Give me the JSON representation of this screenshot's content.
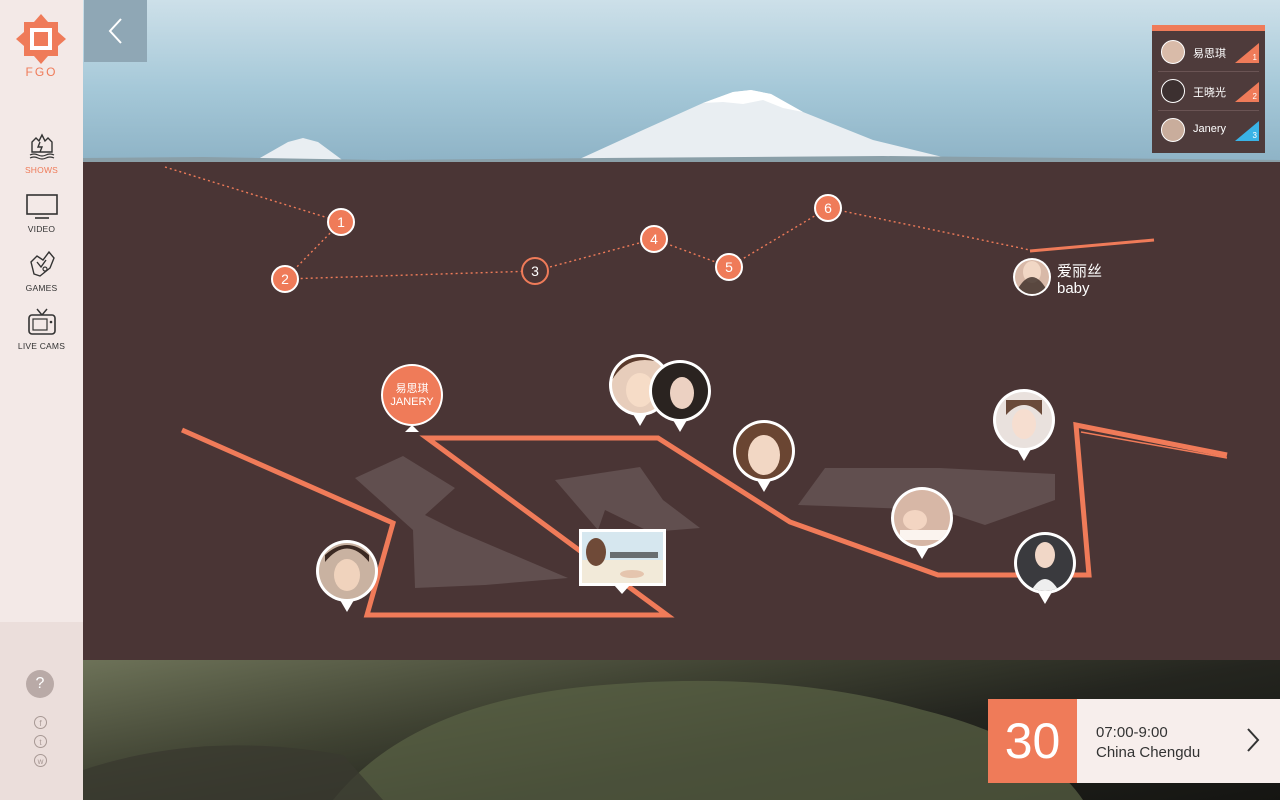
{
  "logo": {
    "text": "FGO"
  },
  "nav": [
    {
      "label": "SHOWS",
      "icon": "shows-icon",
      "active": true
    },
    {
      "label": "VIDEO",
      "icon": "tv-icon",
      "active": false
    },
    {
      "label": "GAMES",
      "icon": "games-icon",
      "active": false
    },
    {
      "label": "LIVE CAMS",
      "icon": "live-cam-icon",
      "active": false
    }
  ],
  "help": {
    "label": "?"
  },
  "social": [
    {
      "icon": "facebook-icon",
      "glyph": "f"
    },
    {
      "icon": "twitter-icon",
      "glyph": "t"
    },
    {
      "icon": "weibo-icon",
      "glyph": "w"
    }
  ],
  "route_steps": [
    "1",
    "2",
    "3",
    "4",
    "5",
    "6"
  ],
  "current_user": {
    "line1": "爱丽丝",
    "line2": "baby"
  },
  "map_label": {
    "line1": "易思琪",
    "line2": "JANERY"
  },
  "ranking": [
    {
      "name": "易思琪",
      "rank": "1",
      "badge_color": "#ef6a4d"
    },
    {
      "name": "王晓光",
      "rank": "2",
      "badge_color": "#ef6a4d"
    },
    {
      "name": "Janery",
      "rank": "3",
      "badge_color": "#3ab3e6"
    }
  ],
  "date_card": {
    "day": "30",
    "time": "07:00-9:00",
    "place": "China Chengdu"
  },
  "colors": {
    "accent": "#ef7b59",
    "panel": "#4a3535",
    "sidebar": "#f3e9e7"
  }
}
